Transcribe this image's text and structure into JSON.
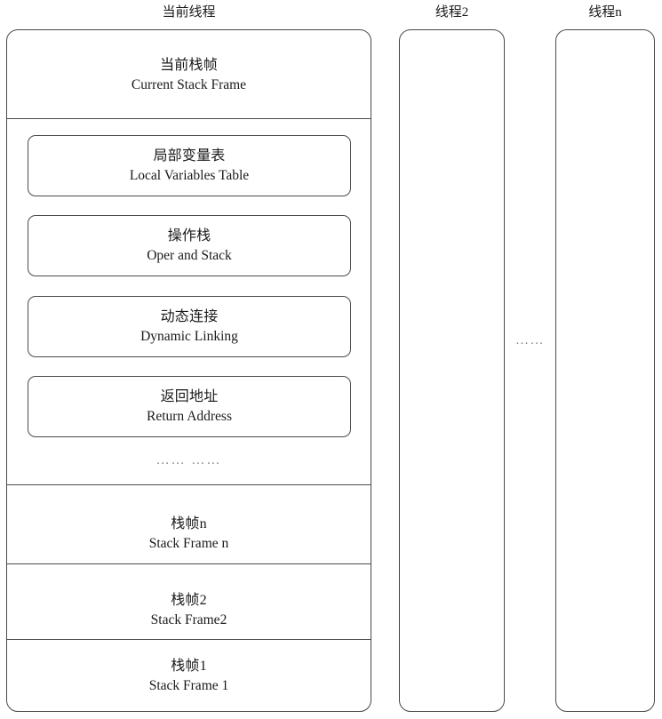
{
  "diagram": {
    "title_cn": "当前线程",
    "columns": [
      {
        "heading": "当前线程",
        "name": "current-thread"
      },
      {
        "heading": "线程2",
        "name": "thread-2"
      },
      {
        "heading": "线程n",
        "name": "thread-n"
      }
    ],
    "between_threads_ellipsis": "……",
    "current_thread": {
      "current_frame": {
        "cn": "当前栈帧",
        "en": "Current Stack Frame"
      },
      "components": [
        {
          "cn": "局部变量表",
          "en": "Local Variables Table",
          "name": "local-variables-table"
        },
        {
          "cn": "操作栈",
          "en": "Oper and Stack",
          "name": "operand-stack"
        },
        {
          "cn": "动态连接",
          "en": "Dynamic Linking",
          "name": "dynamic-linking"
        },
        {
          "cn": "返回地址",
          "en": "Return Address",
          "name": "return-address"
        }
      ],
      "components_ellipsis": "…… ……",
      "frames": [
        {
          "cn": "栈帧n",
          "en": "Stack Frame n",
          "name": "stack-frame-n"
        },
        {
          "cn": "栈帧2",
          "en": "Stack Frame2",
          "name": "stack-frame-2"
        },
        {
          "cn": "栈帧1",
          "en": "Stack Frame 1",
          "name": "stack-frame-1"
        }
      ]
    },
    "colors": {
      "stroke": "#4a4a4a",
      "background": "#ffffff",
      "text": "#1a1a1a",
      "ellipsis": "#8a8a8a"
    }
  }
}
